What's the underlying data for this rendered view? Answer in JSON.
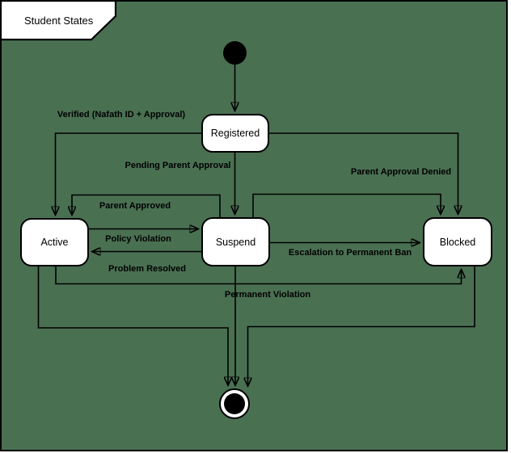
{
  "frame": {
    "title": "Student States"
  },
  "colors": {
    "background": "#4A7052",
    "shape_fill": "#FFFFFF",
    "stroke": "#000000"
  },
  "diagram_type": "uml-state-machine",
  "states": [
    {
      "id": "registered",
      "label": "Registered"
    },
    {
      "id": "active",
      "label": "Active"
    },
    {
      "id": "suspend",
      "label": "Suspend"
    },
    {
      "id": "blocked",
      "label": "Blocked"
    }
  ],
  "pseudostates": [
    {
      "id": "initial",
      "kind": "initial-state"
    },
    {
      "id": "final",
      "kind": "final-state"
    }
  ],
  "transitions": [
    {
      "from": "initial",
      "to": "registered",
      "label": ""
    },
    {
      "from": "registered",
      "to": "active",
      "label": "Verified (Nafath ID + Approval)"
    },
    {
      "from": "registered",
      "to": "suspend",
      "label": "Pending Parent Approval"
    },
    {
      "from": "registered",
      "to": "blocked",
      "label": ""
    },
    {
      "from": "suspend",
      "to": "blocked",
      "label": "Parent Approval Denied"
    },
    {
      "from": "suspend",
      "to": "active",
      "label": "Parent Approved"
    },
    {
      "from": "active",
      "to": "suspend",
      "label": "Policy Violation"
    },
    {
      "from": "suspend",
      "to": "active",
      "label": "Problem Resolved"
    },
    {
      "from": "suspend",
      "to": "blocked",
      "label": "Escalation to Permanent Ban"
    },
    {
      "from": "active",
      "to": "blocked",
      "label": "Permanent Violation"
    },
    {
      "from": "active",
      "to": "final",
      "label": ""
    },
    {
      "from": "suspend",
      "to": "final",
      "label": ""
    },
    {
      "from": "blocked",
      "to": "final",
      "label": ""
    }
  ]
}
